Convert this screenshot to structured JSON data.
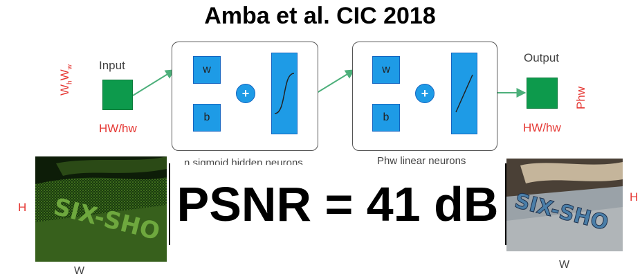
{
  "title": "Amba et al. CIC 2018",
  "network": {
    "input_label": "Input",
    "output_label": "Output",
    "input_left_label": "WhWw",
    "input_left_main": "W",
    "input_left_sub1": "h",
    "input_left_sub2": "w",
    "input_bottom_label": "HW/hw",
    "output_bottom_label": "HW/hw",
    "output_right_label": "Phw",
    "layer1": {
      "w_label": "w",
      "b_label": "b",
      "sum_label": "+",
      "caption": "n sigmoid hidden neurons"
    },
    "layer2": {
      "w_label": "w",
      "b_label": "b",
      "sum_label": "+",
      "caption": "Phw linear neurons"
    }
  },
  "images": {
    "left_height_label": "H",
    "left_width_label": "W",
    "right_height_label": "H",
    "right_width_label": "W",
    "sign_text": "SIX-SHO"
  },
  "metric_label": "PSNR = 41 dB",
  "colors": {
    "accent_red": "#e53935",
    "node_blue": "#1e9be6",
    "io_green": "#0d9a4c",
    "arrow_green": "#4caf7a"
  }
}
